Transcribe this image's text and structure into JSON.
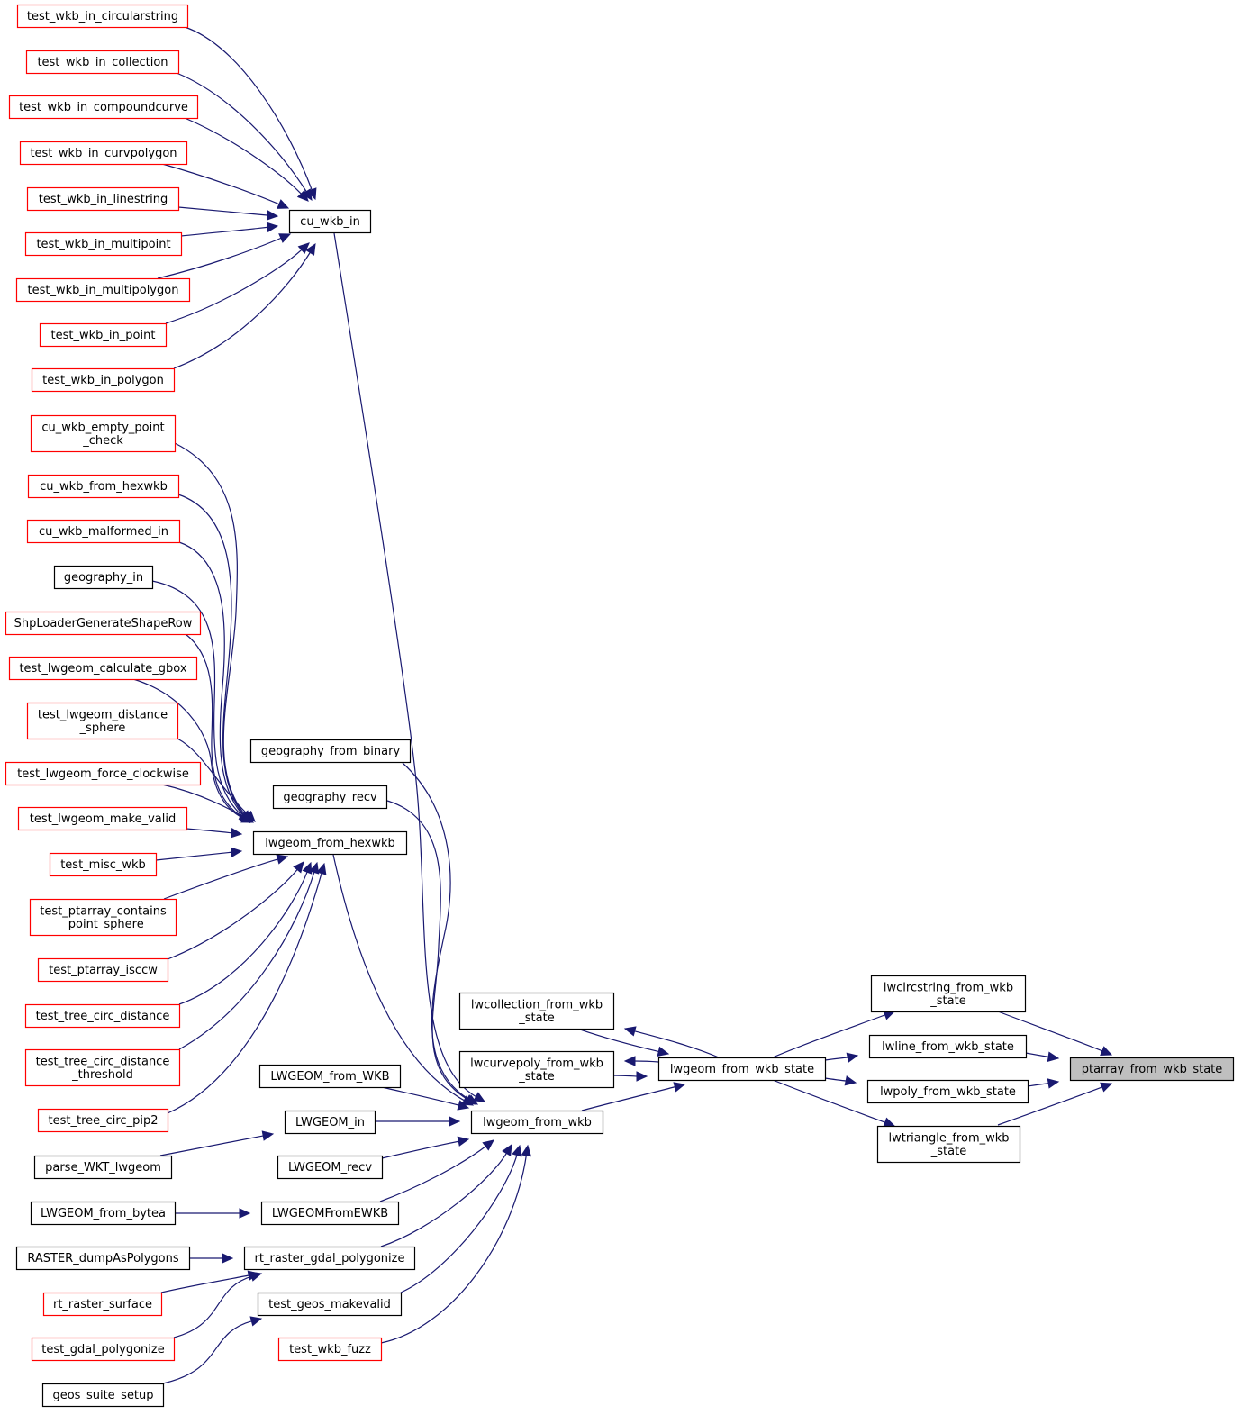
{
  "colors": {
    "edge": "#191970",
    "border_red": "#ff0000",
    "border_black": "#000000",
    "highlight_fill": "#bfbfbf",
    "node_fill": "#ffffff"
  },
  "nodes": {
    "ptarray_from_wkb_state": {
      "lines": [
        "ptarray_from_wkb_state"
      ],
      "border": "black",
      "highlight": true
    },
    "lwcircstring_from_wkb_state": {
      "lines": [
        "lwcircstring_from_wkb",
        "_state"
      ],
      "border": "black"
    },
    "lwline_from_wkb_state": {
      "lines": [
        "lwline_from_wkb_state"
      ],
      "border": "black"
    },
    "lwpoly_from_wkb_state": {
      "lines": [
        "lwpoly_from_wkb_state"
      ],
      "border": "black"
    },
    "lwtriangle_from_wkb_state": {
      "lines": [
        "lwtriangle_from_wkb",
        "_state"
      ],
      "border": "black"
    },
    "lwgeom_from_wkb_state": {
      "lines": [
        "lwgeom_from_wkb_state"
      ],
      "border": "black"
    },
    "lwcollection_from_wkb_state": {
      "lines": [
        "lwcollection_from_wkb",
        "_state"
      ],
      "border": "black"
    },
    "lwcurvepoly_from_wkb_state": {
      "lines": [
        "lwcurvepoly_from_wkb",
        "_state"
      ],
      "border": "black"
    },
    "lwgeom_from_wkb": {
      "lines": [
        "lwgeom_from_wkb"
      ],
      "border": "black"
    },
    "cu_wkb_in": {
      "lines": [
        "cu_wkb_in"
      ],
      "border": "black"
    },
    "lwgeom_from_hexwkb": {
      "lines": [
        "lwgeom_from_hexwkb"
      ],
      "border": "black"
    },
    "geography_from_binary": {
      "lines": [
        "geography_from_binary"
      ],
      "border": "black"
    },
    "geography_recv": {
      "lines": [
        "geography_recv"
      ],
      "border": "black"
    },
    "LWGEOM_from_WKB": {
      "lines": [
        "LWGEOM_from_WKB"
      ],
      "border": "black"
    },
    "LWGEOM_in": {
      "lines": [
        "LWGEOM_in"
      ],
      "border": "black"
    },
    "LWGEOM_recv": {
      "lines": [
        "LWGEOM_recv"
      ],
      "border": "black"
    },
    "LWGEOMFromEWKB": {
      "lines": [
        "LWGEOMFromEWKB"
      ],
      "border": "black"
    },
    "rt_raster_gdal_polygonize": {
      "lines": [
        "rt_raster_gdal_polygonize"
      ],
      "border": "black"
    },
    "test_geos_makevalid": {
      "lines": [
        "test_geos_makevalid"
      ],
      "border": "black"
    },
    "test_wkb_fuzz": {
      "lines": [
        "test_wkb_fuzz"
      ],
      "border": "red"
    },
    "test_wkb_in_circularstring": {
      "lines": [
        "test_wkb_in_circularstring"
      ],
      "border": "red"
    },
    "test_wkb_in_collection": {
      "lines": [
        "test_wkb_in_collection"
      ],
      "border": "red"
    },
    "test_wkb_in_compoundcurve": {
      "lines": [
        "test_wkb_in_compoundcurve"
      ],
      "border": "red"
    },
    "test_wkb_in_curvpolygon": {
      "lines": [
        "test_wkb_in_curvpolygon"
      ],
      "border": "red"
    },
    "test_wkb_in_linestring": {
      "lines": [
        "test_wkb_in_linestring"
      ],
      "border": "red"
    },
    "test_wkb_in_multipoint": {
      "lines": [
        "test_wkb_in_multipoint"
      ],
      "border": "red"
    },
    "test_wkb_in_multipolygon": {
      "lines": [
        "test_wkb_in_multipolygon"
      ],
      "border": "red"
    },
    "test_wkb_in_point": {
      "lines": [
        "test_wkb_in_point"
      ],
      "border": "red"
    },
    "test_wkb_in_polygon": {
      "lines": [
        "test_wkb_in_polygon"
      ],
      "border": "red"
    },
    "cu_wkb_empty_point_check": {
      "lines": [
        "cu_wkb_empty_point",
        "_check"
      ],
      "border": "red"
    },
    "cu_wkb_from_hexwkb": {
      "lines": [
        "cu_wkb_from_hexwkb"
      ],
      "border": "red"
    },
    "cu_wkb_malformed_in": {
      "lines": [
        "cu_wkb_malformed_in"
      ],
      "border": "red"
    },
    "geography_in": {
      "lines": [
        "geography_in"
      ],
      "border": "black"
    },
    "ShpLoaderGenerateShapeRow": {
      "lines": [
        "ShpLoaderGenerateShapeRow"
      ],
      "border": "red"
    },
    "test_lwgeom_calculate_gbox": {
      "lines": [
        "test_lwgeom_calculate_gbox"
      ],
      "border": "red"
    },
    "test_lwgeom_distance_sphere": {
      "lines": [
        "test_lwgeom_distance",
        "_sphere"
      ],
      "border": "red"
    },
    "test_lwgeom_force_clockwise": {
      "lines": [
        "test_lwgeom_force_clockwise"
      ],
      "border": "red"
    },
    "test_lwgeom_make_valid": {
      "lines": [
        "test_lwgeom_make_valid"
      ],
      "border": "red"
    },
    "test_misc_wkb": {
      "lines": [
        "test_misc_wkb"
      ],
      "border": "red"
    },
    "test_ptarray_contains_point_sphere": {
      "lines": [
        "test_ptarray_contains",
        "_point_sphere"
      ],
      "border": "red"
    },
    "test_ptarray_isccw": {
      "lines": [
        "test_ptarray_isccw"
      ],
      "border": "red"
    },
    "test_tree_circ_distance": {
      "lines": [
        "test_tree_circ_distance"
      ],
      "border": "red"
    },
    "test_tree_circ_distance_threshold": {
      "lines": [
        "test_tree_circ_distance",
        "_threshold"
      ],
      "border": "red"
    },
    "test_tree_circ_pip2": {
      "lines": [
        "test_tree_circ_pip2"
      ],
      "border": "red"
    },
    "parse_WKT_lwgeom": {
      "lines": [
        "parse_WKT_lwgeom"
      ],
      "border": "black"
    },
    "LWGEOM_from_bytea": {
      "lines": [
        "LWGEOM_from_bytea"
      ],
      "border": "black"
    },
    "RASTER_dumpAsPolygons": {
      "lines": [
        "RASTER_dumpAsPolygons"
      ],
      "border": "black"
    },
    "rt_raster_surface": {
      "lines": [
        "rt_raster_surface"
      ],
      "border": "red"
    },
    "test_gdal_polygonize": {
      "lines": [
        "test_gdal_polygonize"
      ],
      "border": "red"
    },
    "geos_suite_setup": {
      "lines": [
        "geos_suite_setup"
      ],
      "border": "black"
    }
  },
  "edges": [
    [
      "lwcircstring_from_wkb_state",
      "ptarray_from_wkb_state"
    ],
    [
      "lwline_from_wkb_state",
      "ptarray_from_wkb_state"
    ],
    [
      "lwpoly_from_wkb_state",
      "ptarray_from_wkb_state"
    ],
    [
      "lwtriangle_from_wkb_state",
      "ptarray_from_wkb_state"
    ],
    [
      "lwgeom_from_wkb_state",
      "lwcircstring_from_wkb_state"
    ],
    [
      "lwgeom_from_wkb_state",
      "lwline_from_wkb_state"
    ],
    [
      "lwgeom_from_wkb_state",
      "lwpoly_from_wkb_state"
    ],
    [
      "lwgeom_from_wkb_state",
      "lwtriangle_from_wkb_state"
    ],
    [
      "lwgeom_from_wkb_state",
      "lwcollection_from_wkb_state"
    ],
    [
      "lwcollection_from_wkb_state",
      "lwgeom_from_wkb_state"
    ],
    [
      "lwgeom_from_wkb_state",
      "lwcurvepoly_from_wkb_state"
    ],
    [
      "lwcurvepoly_from_wkb_state",
      "lwgeom_from_wkb_state"
    ],
    [
      "lwgeom_from_wkb",
      "lwgeom_from_wkb_state"
    ],
    [
      "cu_wkb_in",
      "lwgeom_from_wkb"
    ],
    [
      "lwgeom_from_hexwkb",
      "lwgeom_from_wkb"
    ],
    [
      "geography_from_binary",
      "lwgeom_from_wkb"
    ],
    [
      "geography_recv",
      "lwgeom_from_wkb"
    ],
    [
      "LWGEOM_from_WKB",
      "lwgeom_from_wkb"
    ],
    [
      "LWGEOM_in",
      "lwgeom_from_wkb"
    ],
    [
      "LWGEOM_recv",
      "lwgeom_from_wkb"
    ],
    [
      "LWGEOMFromEWKB",
      "lwgeom_from_wkb"
    ],
    [
      "rt_raster_gdal_polygonize",
      "lwgeom_from_wkb"
    ],
    [
      "test_geos_makevalid",
      "lwgeom_from_wkb"
    ],
    [
      "test_wkb_fuzz",
      "lwgeom_from_wkb"
    ],
    [
      "test_wkb_in_circularstring",
      "cu_wkb_in"
    ],
    [
      "test_wkb_in_collection",
      "cu_wkb_in"
    ],
    [
      "test_wkb_in_compoundcurve",
      "cu_wkb_in"
    ],
    [
      "test_wkb_in_curvpolygon",
      "cu_wkb_in"
    ],
    [
      "test_wkb_in_linestring",
      "cu_wkb_in"
    ],
    [
      "test_wkb_in_multipoint",
      "cu_wkb_in"
    ],
    [
      "test_wkb_in_multipolygon",
      "cu_wkb_in"
    ],
    [
      "test_wkb_in_point",
      "cu_wkb_in"
    ],
    [
      "test_wkb_in_polygon",
      "cu_wkb_in"
    ],
    [
      "cu_wkb_empty_point_check",
      "lwgeom_from_hexwkb"
    ],
    [
      "cu_wkb_from_hexwkb",
      "lwgeom_from_hexwkb"
    ],
    [
      "cu_wkb_malformed_in",
      "lwgeom_from_hexwkb"
    ],
    [
      "geography_in",
      "lwgeom_from_hexwkb"
    ],
    [
      "ShpLoaderGenerateShapeRow",
      "lwgeom_from_hexwkb"
    ],
    [
      "test_lwgeom_calculate_gbox",
      "lwgeom_from_hexwkb"
    ],
    [
      "test_lwgeom_distance_sphere",
      "lwgeom_from_hexwkb"
    ],
    [
      "test_lwgeom_force_clockwise",
      "lwgeom_from_hexwkb"
    ],
    [
      "test_lwgeom_make_valid",
      "lwgeom_from_hexwkb"
    ],
    [
      "test_misc_wkb",
      "lwgeom_from_hexwkb"
    ],
    [
      "test_ptarray_contains_point_sphere",
      "lwgeom_from_hexwkb"
    ],
    [
      "test_ptarray_isccw",
      "lwgeom_from_hexwkb"
    ],
    [
      "test_tree_circ_distance",
      "lwgeom_from_hexwkb"
    ],
    [
      "test_tree_circ_distance_threshold",
      "lwgeom_from_hexwkb"
    ],
    [
      "test_tree_circ_pip2",
      "lwgeom_from_hexwkb"
    ],
    [
      "parse_WKT_lwgeom",
      "LWGEOM_in"
    ],
    [
      "LWGEOM_from_bytea",
      "LWGEOMFromEWKB"
    ],
    [
      "RASTER_dumpAsPolygons",
      "rt_raster_gdal_polygonize"
    ],
    [
      "rt_raster_surface",
      "rt_raster_gdal_polygonize"
    ],
    [
      "test_gdal_polygonize",
      "rt_raster_gdal_polygonize"
    ],
    [
      "geos_suite_setup",
      "test_geos_makevalid"
    ]
  ]
}
